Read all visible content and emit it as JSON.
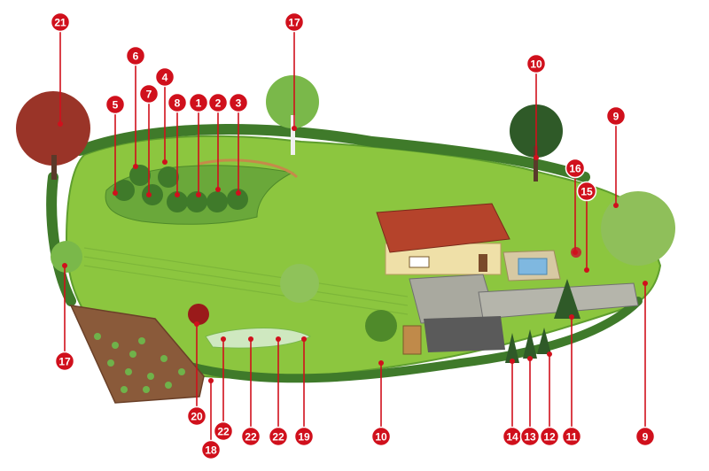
{
  "colors": {
    "marker": "#d0101c",
    "lawn": "#8cc63f",
    "lawn_dark": "#5f9e2e",
    "hedge": "#3f7a2a",
    "roof": "#b5432b",
    "wall": "#efe0a8",
    "stone": "#a9a99f",
    "soil": "#8a5a3a",
    "pool": "#7fb8e0"
  },
  "callouts": [
    {
      "label": "21"
    },
    {
      "label": "17"
    },
    {
      "label": "10"
    },
    {
      "label": "9"
    },
    {
      "label": "6"
    },
    {
      "label": "4"
    },
    {
      "label": "5"
    },
    {
      "label": "7"
    },
    {
      "label": "8"
    },
    {
      "label": "1"
    },
    {
      "label": "2"
    },
    {
      "label": "3"
    },
    {
      "label": "16"
    },
    {
      "label": "15"
    },
    {
      "label": "17"
    },
    {
      "label": "20"
    },
    {
      "label": "18"
    },
    {
      "label": "22"
    },
    {
      "label": "22"
    },
    {
      "label": "22"
    },
    {
      "label": "19"
    },
    {
      "label": "10"
    },
    {
      "label": "14"
    },
    {
      "label": "13"
    },
    {
      "label": "12"
    },
    {
      "label": "11"
    },
    {
      "label": "9"
    }
  ]
}
